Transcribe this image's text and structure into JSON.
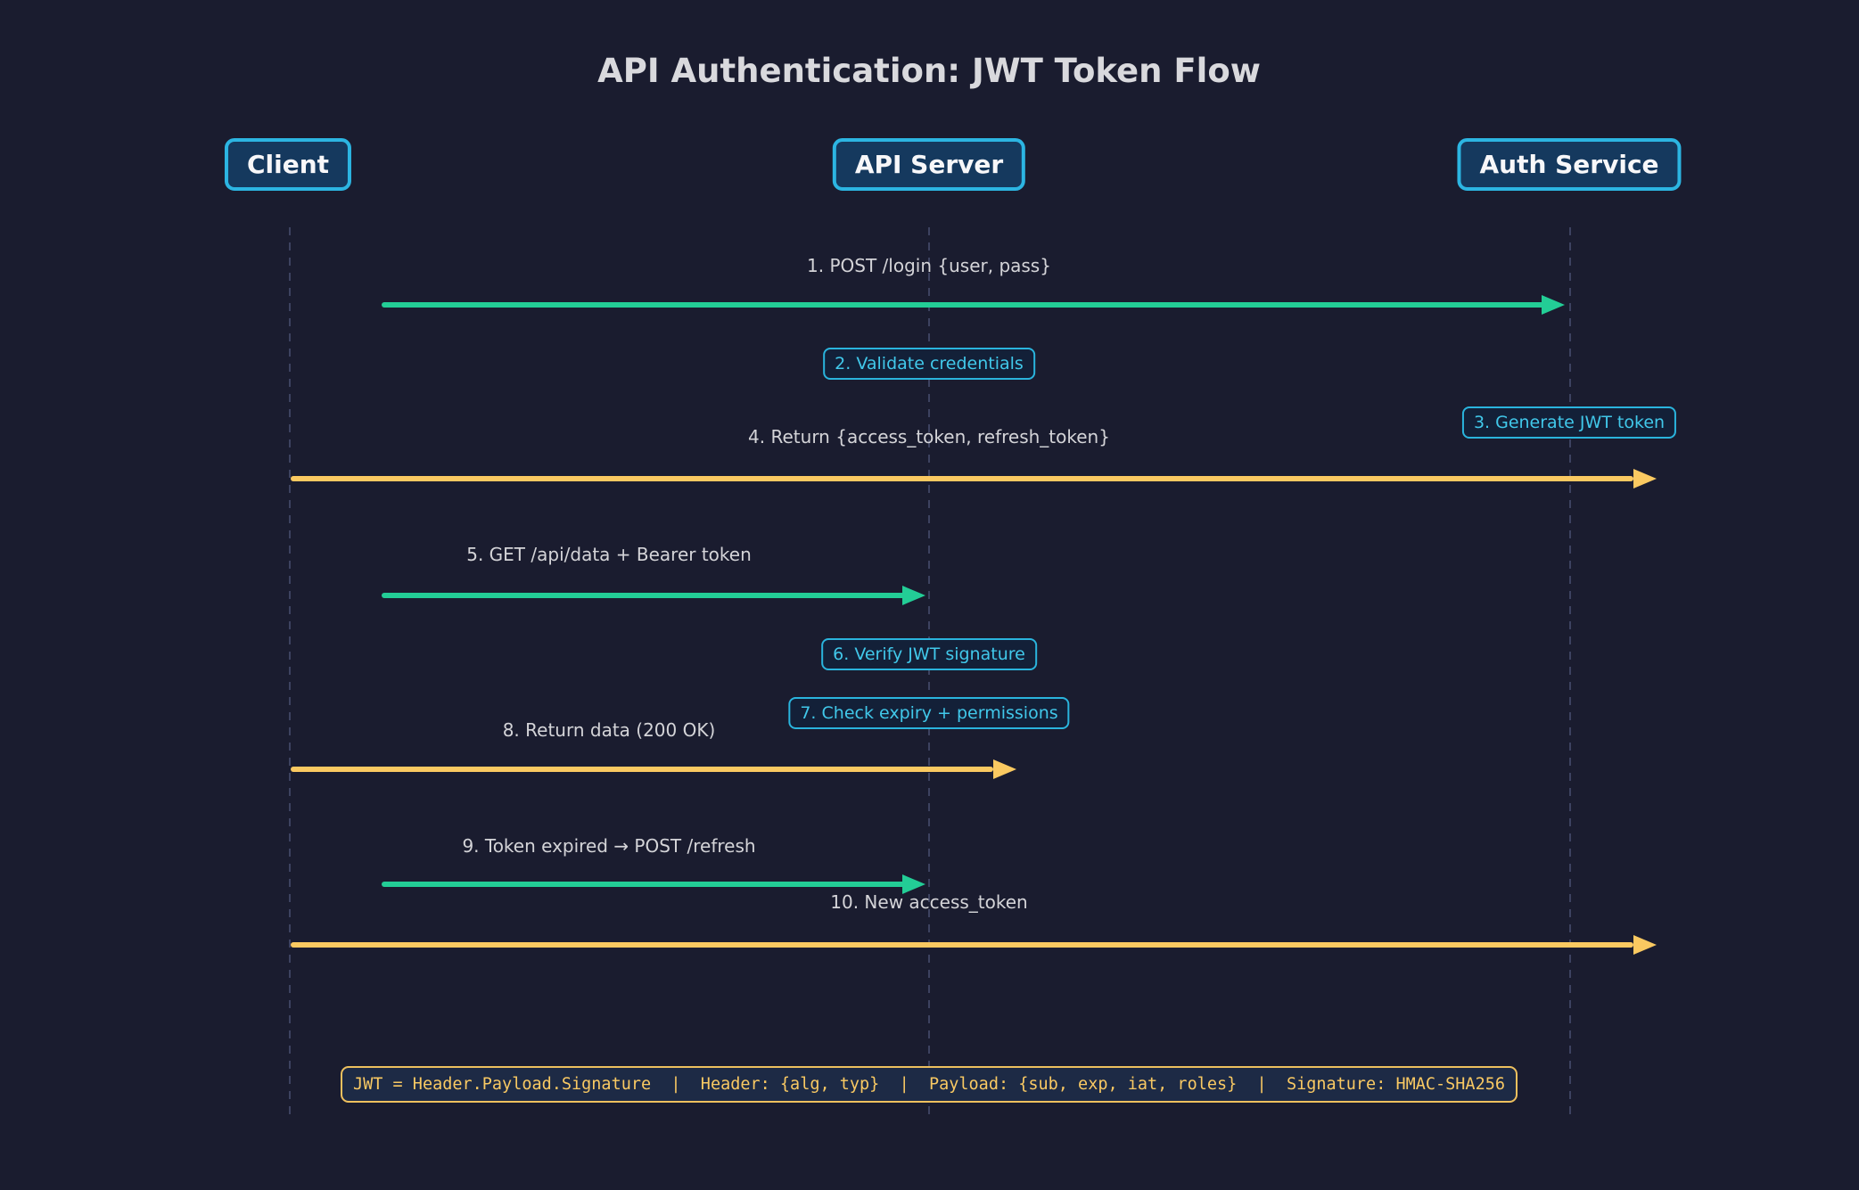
{
  "title": "API Authentication: JWT Token Flow",
  "colors": {
    "background": "#1a1c2f",
    "actor_border": "#2cb5e2",
    "actor_fill": "#15395e",
    "request_arrow_green": "#23cd96",
    "return_arrow_yellow": "#fac961",
    "action_box_border": "#2ab4dd",
    "action_box_text": "#41c8ea",
    "message_label_text": "#d4d4d8",
    "note_border": "#eec05e",
    "note_text": "#f9c963",
    "lifeline": "#3d4260"
  },
  "actors": [
    {
      "label": "Client"
    },
    {
      "label": "API Server"
    },
    {
      "label": "Auth Service"
    }
  ],
  "messages": [
    {
      "seq": 1,
      "label": "1. POST /login {user, pass}",
      "from": "Client",
      "to": "Auth Service",
      "type": "request"
    },
    {
      "seq": 4,
      "label": "4. Return {access_token, refresh_token}",
      "from": "Auth Service",
      "to": "Client",
      "type": "return"
    },
    {
      "seq": 5,
      "label": "5. GET /api/data + Bearer token",
      "from": "Client",
      "to": "API Server",
      "type": "request"
    },
    {
      "seq": 8,
      "label": "8. Return data (200 OK)",
      "from": "API Server",
      "to": "Client",
      "type": "return"
    },
    {
      "seq": 9,
      "label": "9. Token expired → POST /refresh",
      "from": "Client",
      "to": "API Server",
      "type": "request"
    },
    {
      "seq": 10,
      "label": "10. New access_token",
      "from": "API Server",
      "to": "Client",
      "type": "return"
    }
  ],
  "actions": [
    {
      "seq": 2,
      "label": "2. Validate credentials",
      "actor": "API Server"
    },
    {
      "seq": 3,
      "label": "3. Generate JWT token",
      "actor": "Auth Service"
    },
    {
      "seq": 6,
      "label": "6. Verify JWT signature",
      "actor": "API Server"
    },
    {
      "seq": 7,
      "label": "7. Check expiry + permissions",
      "actor": "API Server"
    }
  ],
  "note": {
    "text": "JWT = Header.Payload.Signature  |  Header: {alg, typ}  |  Payload: {sub, exp, iat, roles}  |  Signature: HMAC-SHA256"
  }
}
